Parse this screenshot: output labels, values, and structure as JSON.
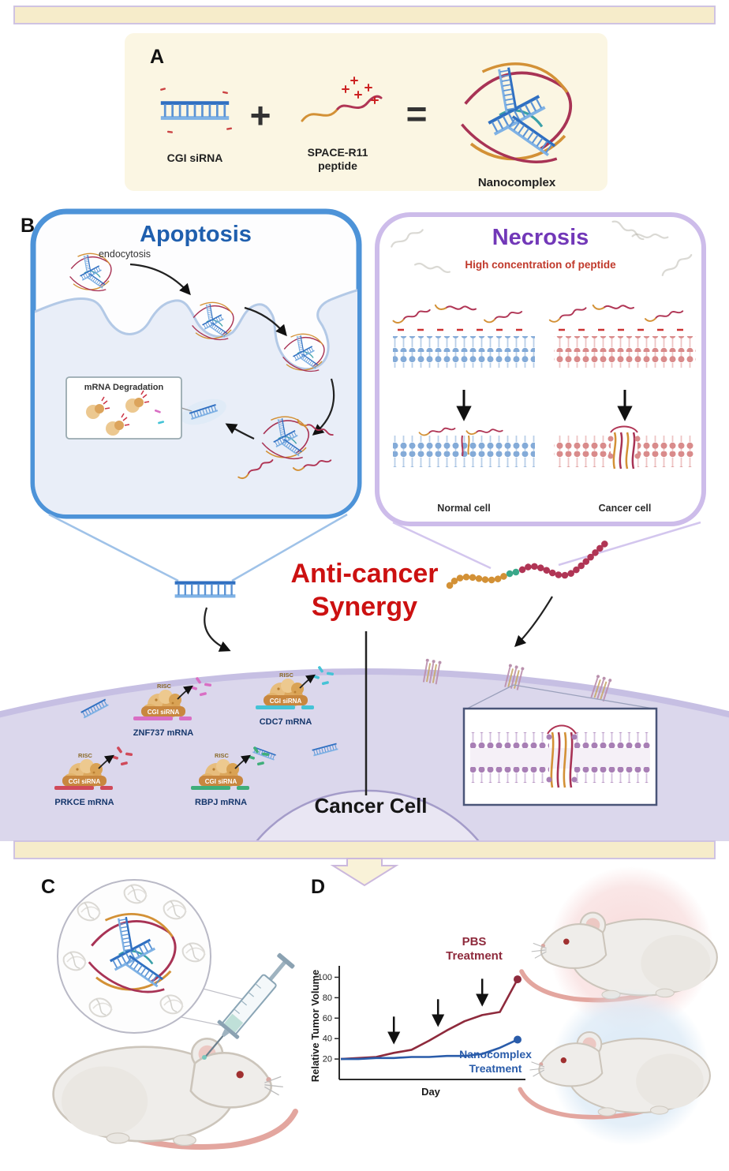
{
  "panel_a": {
    "label": "A",
    "sirna_label": "CGI siRNA",
    "plus_sign": "+",
    "peptide_label_line1": "SPACE-R11",
    "peptide_label_line2": "peptide",
    "equals_sign": "=",
    "nanocomplex_label": "Nanocomplex"
  },
  "panel_b": {
    "label": "B",
    "apoptosis_title": "Apoptosis",
    "endocytosis_label": "endocytosis",
    "mrna_degradation_label": "mRNA Degradation",
    "necrosis_title": "Necrosis",
    "necrosis_subtitle": "High concentration of peptide",
    "normal_cell_label": "Normal cell",
    "cancer_cell_label": "Cancer cell",
    "synergy_line1": "Anti-cancer",
    "synergy_line2": "Synergy"
  },
  "cancer_cell": {
    "title": "Cancer Cell",
    "risc_label": "RISC",
    "sirna_label": "CGI siRNA",
    "targets": [
      {
        "name": "ZNF737 mRNA",
        "color": "#d96fc4"
      },
      {
        "name": "CDC7 mRNA",
        "color": "#45c3d6"
      },
      {
        "name": "PRKCE mRNA",
        "color": "#d04a5a"
      },
      {
        "name": "RBPJ mRNA",
        "color": "#3fae7a"
      }
    ]
  },
  "panel_c": {
    "label": "C"
  },
  "panel_d": {
    "label": "D",
    "pbs_line1": "PBS",
    "pbs_line2": "Treatment",
    "nano_line1": "Nanocomplex",
    "nano_line2": "Treatment"
  },
  "chart_data": {
    "type": "line",
    "title": "",
    "xlabel": "Day",
    "ylabel": "Relative Tumor Volume",
    "yticks": [
      20,
      40,
      60,
      80,
      100
    ],
    "ylim": [
      0,
      105
    ],
    "x": [
      0,
      1,
      2,
      3,
      4,
      5,
      6,
      7,
      8,
      9,
      10
    ],
    "series": [
      {
        "name": "PBS Treatment",
        "color": "#8e2a3c",
        "values": [
          20,
          21,
          22,
          26,
          29,
          38,
          48,
          57,
          63,
          66,
          98
        ]
      },
      {
        "name": "Nanocomplex Treatment",
        "color": "#2a5caa",
        "values": [
          20,
          20,
          21,
          21,
          22,
          22,
          23,
          23,
          25,
          31,
          39
        ]
      }
    ],
    "injection_arrow_x": [
      3,
      5.5,
      8
    ],
    "grid": false,
    "legend_position": "inline"
  },
  "colors": {
    "apoptosis_blue": "#1f5fae",
    "apoptosis_border": "#4d93d8",
    "necrosis_purple": "#7238b8",
    "necrosis_border": "#cdbcea",
    "peptide_warning_red": "#c0392b",
    "synergy_red": "#cc1111",
    "pbs_red": "#8e2a3c",
    "nanocomplex_blue": "#2a5caa",
    "sirna_blue": "#2f6fc1",
    "peptide_orange": "#d39136",
    "peptide_crimson": "#b03555"
  }
}
